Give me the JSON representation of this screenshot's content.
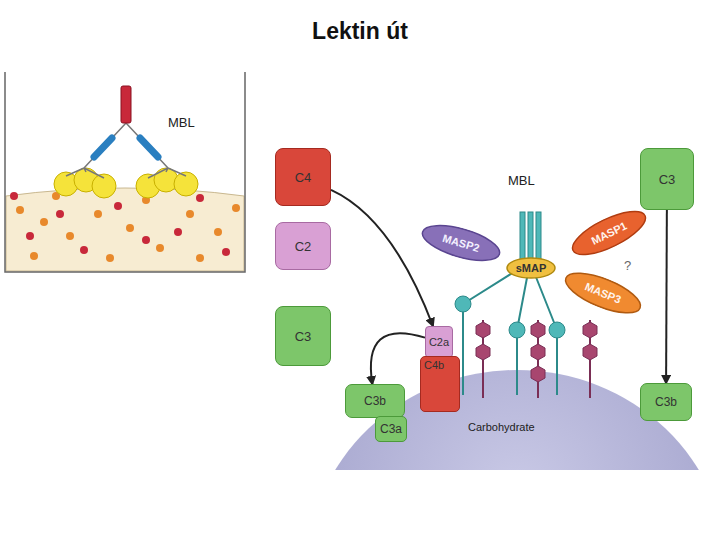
{
  "diagram": {
    "title": "Lektin út",
    "nodes": [
      {
        "text": [
          "C4"
        ]
      },
      {
        "text": [
          "C2"
        ]
      },
      {
        "text": [
          "C3"
        ]
      },
      {
        "text": [
          "C3"
        ]
      },
      {
        "text": [
          "MASP2"
        ]
      },
      {
        "text": [
          "MASP1"
        ]
      },
      {
        "text": [
          "sMAP"
        ]
      },
      {
        "text": [
          "MASP3"
        ]
      },
      {
        "text": [
          "C2a"
        ]
      },
      {
        "text": [
          "C4b"
        ]
      },
      {
        "text": [
          "C3b"
        ]
      },
      {
        "text": [
          "C3a"
        ]
      },
      {
        "text": [
          "C3b"
        ]
      }
    ],
    "edges": [
      {
        "from": 0,
        "to": 8,
        "arrow": "to"
      },
      {
        "from": 8,
        "to": 10,
        "arrow": "to"
      },
      {
        "from": 3,
        "to": 12,
        "arrow": "to"
      }
    ],
    "labels": [
      "MBL",
      "MBL",
      "?",
      "Carbohydrate"
    ]
  }
}
